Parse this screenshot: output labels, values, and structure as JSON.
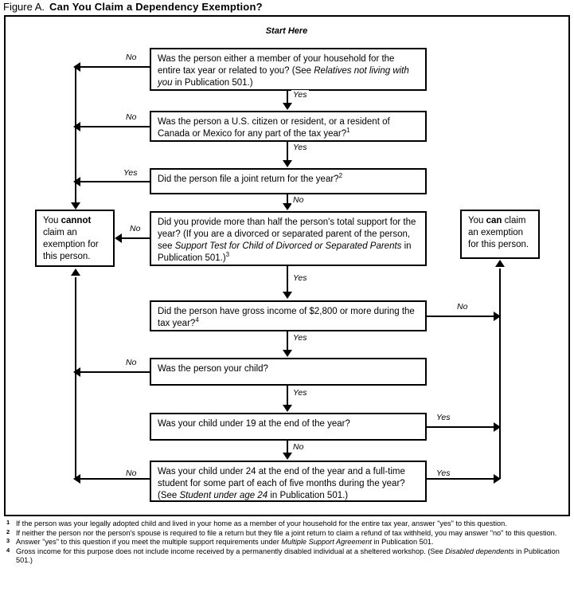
{
  "figure": {
    "label": "Figure A.",
    "title": "Can You Claim a Dependency Exemption?",
    "start_here": "Start Here"
  },
  "nodes": {
    "q1": {
      "id": "household-or-related",
      "text_1": "Was the person either a member of your household for the entire tax year or related to you? (See ",
      "italic": "Relatives not living with you",
      "text_2": " in Publication 501.)"
    },
    "q2": {
      "id": "citizen-or-resident",
      "text_1": "Was the person a U.S. citizen or resident, or a resident of Canada or Mexico for any part of the tax year?",
      "sup": "1"
    },
    "q3": {
      "id": "joint-return",
      "text_1": "Did the person file a joint return for the year?",
      "sup": "2"
    },
    "q4": {
      "id": "support-test",
      "text_1": "Did you provide more than half the person's total support for the year? (If you are a divorced or separated parent of the person, see ",
      "italic": "Support Test for Child of Divorced or Separated Parents",
      "text_2": " in Publication 501.)",
      "sup": "3"
    },
    "q5": {
      "id": "gross-income",
      "text_1": "Did the person have gross income of $2,800 or more during the tax year?",
      "sup": "4"
    },
    "q6": {
      "id": "person-your-child",
      "text_1": "Was the person your child?"
    },
    "q7": {
      "id": "child-under-19",
      "text_1": "Was your child under 19 at the end of the year?"
    },
    "q8": {
      "id": "child-under-24-student",
      "text_1": "Was your child under 24 at the end of the year and a full-time student for some part of each of five months during the year? (See ",
      "italic": "Student under age 24",
      "text_2": " in Publication 501.)"
    },
    "cannot": {
      "id": "cannot-claim",
      "text_1": "You ",
      "bold": "cannot",
      "text_2": " claim an exemption for this person."
    },
    "can": {
      "id": "can-claim",
      "text_1": "You ",
      "bold": "can",
      "text_2": " claim an exemption for this person."
    }
  },
  "edges": {
    "q1_no": "No",
    "q1_yes": "Yes",
    "q2_no": "No",
    "q2_yes": "Yes",
    "q3_yes": "Yes",
    "q3_no": "No",
    "q4_no": "No",
    "q4_yes": "Yes",
    "q5_no": "No",
    "q5_yes": "Yes",
    "q6_no": "No",
    "q6_yes": "Yes",
    "q7_yes": "Yes",
    "q7_no": "No",
    "q8_no": "No",
    "q8_yes": "Yes"
  },
  "footnotes": [
    {
      "marker": "1",
      "text_1": "If the person was your legally adopted child and lived in your home as a member of your household for the entire tax year, answer \"yes\" to this question.",
      "italic": "",
      "text_2": ""
    },
    {
      "marker": "2",
      "text_1": "If neither the person nor the person's spouse is required to file a return but they file a joint return to claim a refund of tax withheld, you may answer \"no\" to this question.",
      "italic": "",
      "text_2": ""
    },
    {
      "marker": "3",
      "text_1": "Answer \"yes\" to this question if you meet the multiple support requirements under ",
      "italic": "Multiple Support Agreement",
      "text_2": " in Publication 501."
    },
    {
      "marker": "4",
      "text_1": "Gross income for this purpose does not include income received by a permanently disabled individual at a sheltered workshop. (See ",
      "italic": "Disabled dependents",
      "text_2": " in Publication 501.)"
    }
  ]
}
